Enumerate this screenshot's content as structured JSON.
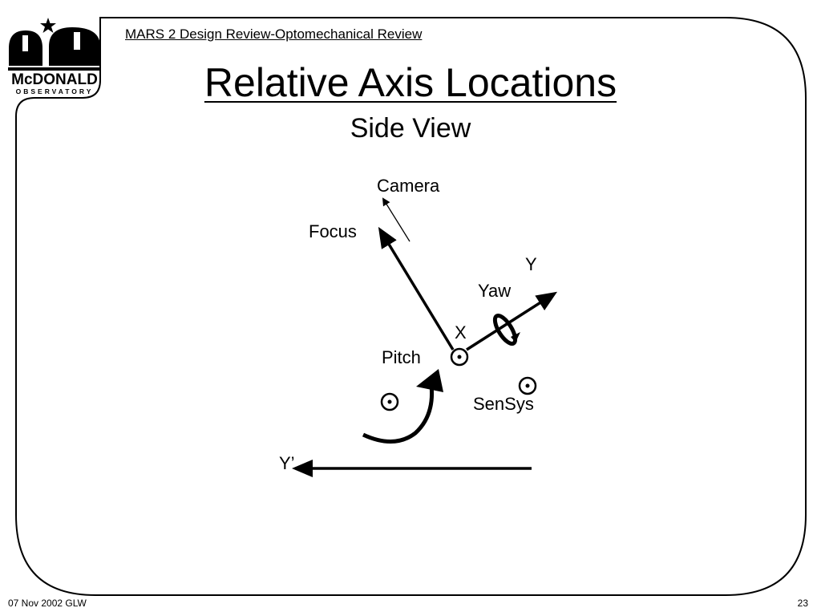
{
  "header": {
    "subtitle": "MARS 2 Design Review-Optomechanical Review",
    "logo_text_top": "McDONALD",
    "logo_text_bottom": "OBSERVATORY"
  },
  "slide": {
    "title": "Relative Axis Locations",
    "subtitle": "Side View"
  },
  "diagram": {
    "labels": {
      "camera": "Camera",
      "focus": "Focus",
      "y": "Y",
      "yaw": "Yaw",
      "x": "X",
      "pitch": "Pitch",
      "sensys": "SenSys",
      "y_prime": "Y’"
    }
  },
  "footer": {
    "left": "07 Nov 2002 GLW",
    "page_number": "23"
  },
  "colors": {
    "ink": "#000000",
    "background": "#ffffff"
  }
}
